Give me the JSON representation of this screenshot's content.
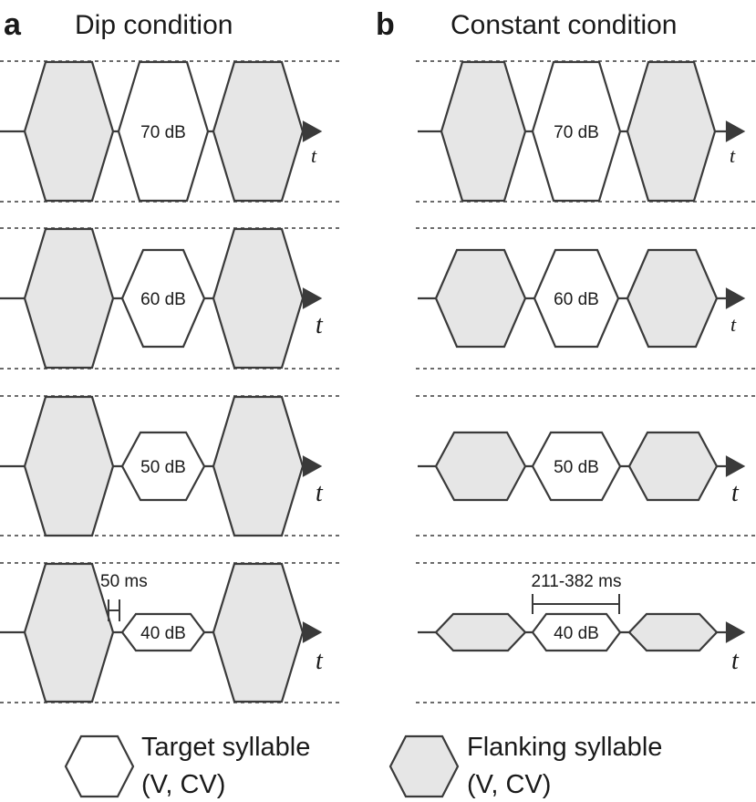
{
  "colors": {
    "target_fill": "#ffffff",
    "flanking_fill": "#e6e6e6",
    "stroke": "#3a3a3a"
  },
  "panels": [
    {
      "letter": "a",
      "title": "Dip condition"
    },
    {
      "letter": "b",
      "title": "Constant condition"
    }
  ],
  "rows": [
    {
      "level": "70 dB"
    },
    {
      "level": "60 dB"
    },
    {
      "level": "50 dB"
    },
    {
      "level": "40 dB"
    }
  ],
  "time_label": "t",
  "annotations": {
    "dip_gap": "50 ms",
    "constant_span": "211-382 ms"
  },
  "legend": {
    "target": {
      "line1": "Target syllable",
      "line2": "(V, CV)"
    },
    "flanking": {
      "line1": "Flanking syllable",
      "line2": "(V, CV)"
    }
  }
}
